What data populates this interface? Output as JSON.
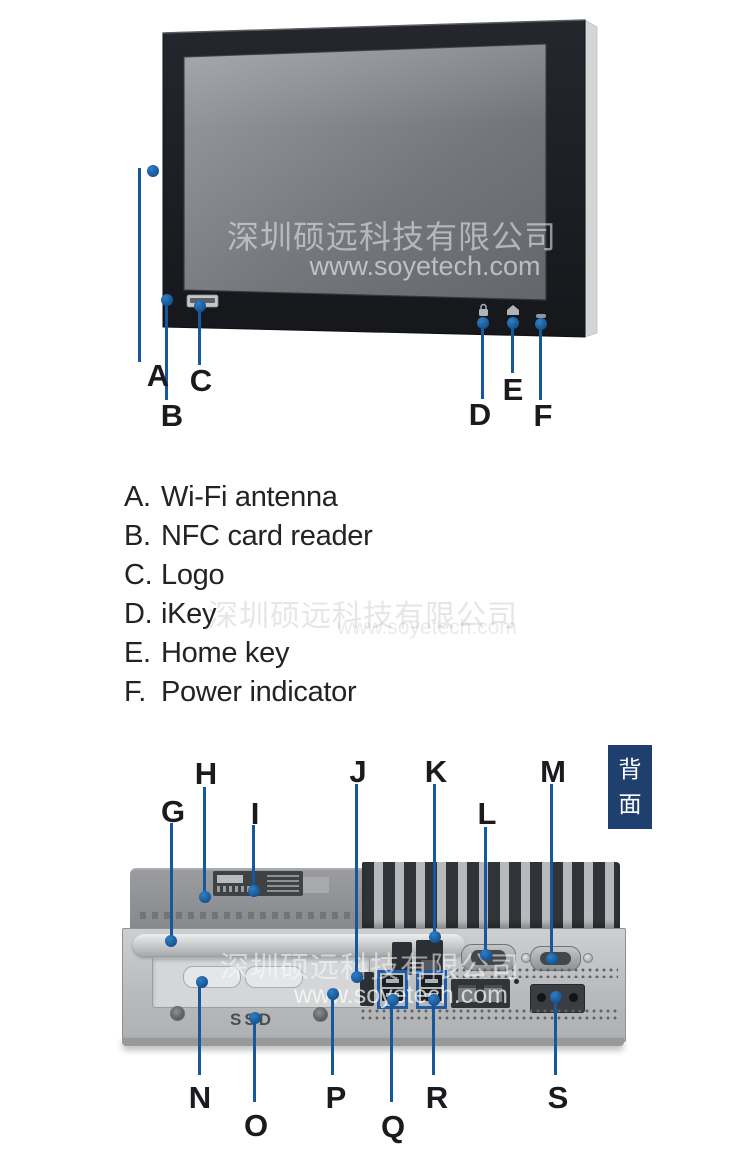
{
  "watermark": {
    "company": "深圳硕远科技有限公司",
    "url": "www.soyetech.com"
  },
  "front_view": {
    "labels": [
      {
        "letter": "A"
      },
      {
        "letter": "B"
      },
      {
        "letter": "C"
      },
      {
        "letter": "D"
      },
      {
        "letter": "E"
      },
      {
        "letter": "F"
      }
    ]
  },
  "legend": {
    "items": [
      {
        "letter": "A.",
        "name": "Wi-Fi antenna"
      },
      {
        "letter": "B.",
        "name": "NFC card reader"
      },
      {
        "letter": "C.",
        "name": "Logo"
      },
      {
        "letter": "D.",
        "name": "iKey"
      },
      {
        "letter": "E.",
        "name": "Home key"
      },
      {
        "letter": "F.",
        "name": "Power indicator"
      }
    ]
  },
  "back_view": {
    "badge": {
      "char1": "背",
      "char2": "面"
    },
    "ssd_label": "SSD",
    "top_labels": [
      {
        "letter": "G"
      },
      {
        "letter": "H"
      },
      {
        "letter": "I"
      },
      {
        "letter": "J"
      },
      {
        "letter": "K"
      },
      {
        "letter": "L"
      },
      {
        "letter": "M"
      }
    ],
    "bottom_labels": [
      {
        "letter": "N"
      },
      {
        "letter": "O"
      },
      {
        "letter": "P"
      },
      {
        "letter": "Q"
      },
      {
        "letter": "R"
      },
      {
        "letter": "S"
      }
    ]
  },
  "colors": {
    "leader_blue": "#17579c",
    "badge_navy": "#1f3f6e",
    "usb_highlight": "#1c5da6"
  }
}
